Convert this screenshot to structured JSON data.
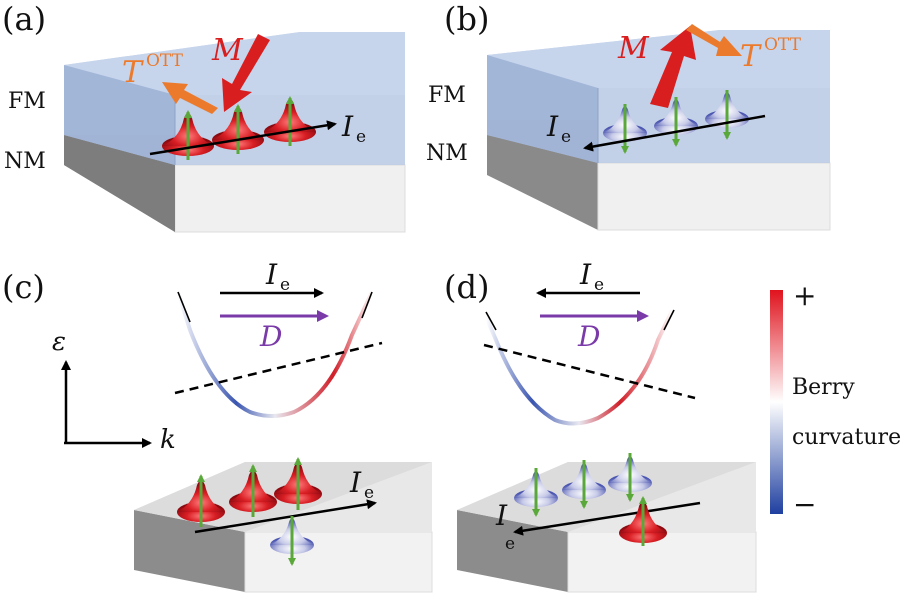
{
  "panels": {
    "a": {
      "label": "(a)",
      "fm": "FM",
      "nm": "NM",
      "torque": "T",
      "torque_sup": "OTT",
      "magnetization": "M",
      "current": "I",
      "current_sub": "e"
    },
    "b": {
      "label": "(b)",
      "fm": "FM",
      "nm": "NM",
      "torque": "T",
      "torque_sup": "OTT",
      "magnetization": "M",
      "current": "I",
      "current_sub": "e"
    },
    "c": {
      "label": "(c)",
      "current": "I",
      "current_sub": "e",
      "drift": "D",
      "energy_axis": "ε",
      "momentum_axis": "k"
    },
    "d": {
      "label": "(d)",
      "current": "I",
      "current_sub": "e",
      "drift": "D"
    }
  },
  "colorbar": {
    "plus": "+",
    "minus": "−",
    "label_line1": "Berry",
    "label_line2": "curvature"
  },
  "colors": {
    "positive": "#c8141e",
    "negative": "#2b4fa8",
    "spin_arrow": "#5aa83a",
    "magnetization": "#d81e1e",
    "torque": "#ec7a2c",
    "drift": "#7a3aa8",
    "fm_layer": "#b8c9e4"
  }
}
